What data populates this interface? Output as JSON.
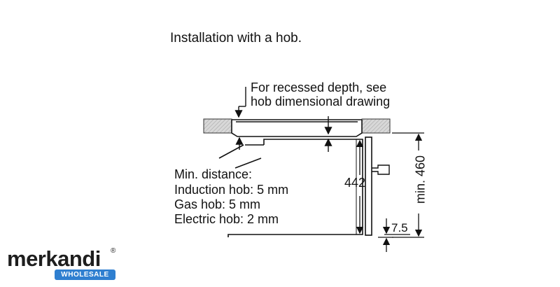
{
  "diagram": {
    "title": "Installation with a hob.",
    "callout": {
      "line1": "For recessed depth, see",
      "line2": "hob dimensional drawing"
    },
    "notes": [
      "Min. distance:",
      "Induction hob: 5 mm",
      "Gas hob: 5 mm",
      "Electric hob: 2 mm"
    ],
    "dimensions": {
      "height_442": "442",
      "min_460": "min. 460",
      "gap_7_5": "7.5"
    }
  },
  "brand": {
    "name": "merkandi",
    "registered": "®",
    "badge": "WHOLESALE",
    "badge_color": "#2f7fd0"
  }
}
